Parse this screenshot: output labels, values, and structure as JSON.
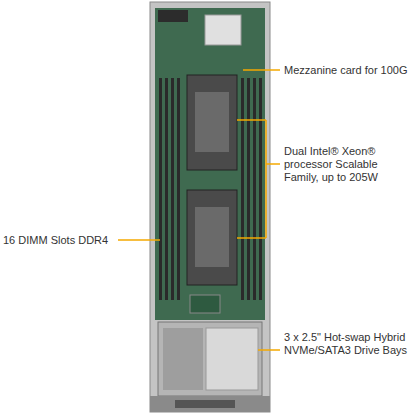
{
  "diagram": {
    "labels": [
      "Mezzanine card for 100G",
      "Dual Intel® Xeon® processor Scalable Family, up to 205W",
      "16 DIMM Slots DDR4",
      "3 x 2.5\" Hot-swap Hybrid NVMe/SATA3 Drive Bays"
    ]
  }
}
